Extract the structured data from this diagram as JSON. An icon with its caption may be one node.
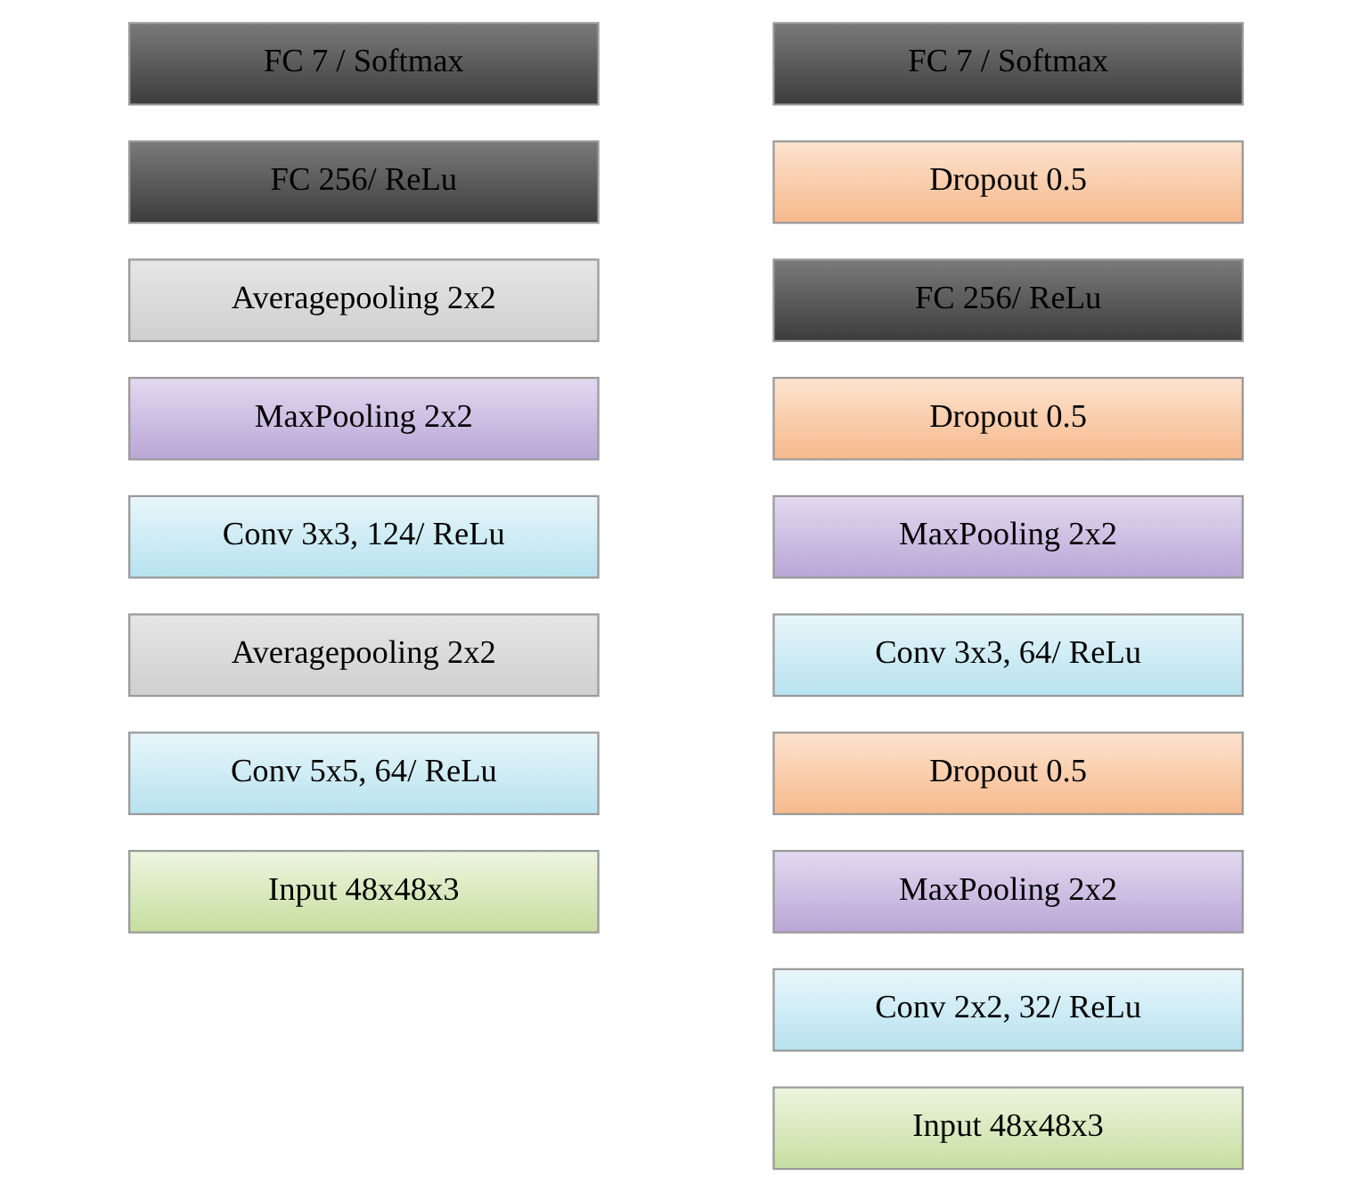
{
  "diagram": {
    "nodes": [
      {
        "text": [
          "FC 7 / Softmax"
        ]
      },
      {
        "text": [
          "FC 256/ ReLu"
        ]
      },
      {
        "text": [
          "Averagepooling 2x2"
        ]
      },
      {
        "text": [
          "MaxPooling 2x2"
        ]
      },
      {
        "text": [
          "Conv 3x3, 124/ ReLu"
        ]
      },
      {
        "text": [
          "Averagepooling 2x2"
        ]
      },
      {
        "text": [
          "Conv 5x5, 64/ ReLu"
        ]
      },
      {
        "text": [
          "Input 48x48x3"
        ]
      },
      {
        "text": [
          "FC 7 / Softmax"
        ]
      },
      {
        "text": [
          "Dropout 0.5"
        ]
      },
      {
        "text": [
          "FC 256/ ReLu"
        ]
      },
      {
        "text": [
          "Dropout 0.5"
        ]
      },
      {
        "text": [
          "MaxPooling 2x2"
        ]
      },
      {
        "text": [
          "Conv 3x3, 64/ ReLu"
        ]
      },
      {
        "text": [
          "Dropout 0.5"
        ]
      },
      {
        "text": [
          "MaxPooling 2x2"
        ]
      },
      {
        "text": [
          "Conv 2x2, 32/ ReLu"
        ]
      },
      {
        "text": [
          "Input 48x48x3"
        ]
      }
    ],
    "edges": []
  }
}
